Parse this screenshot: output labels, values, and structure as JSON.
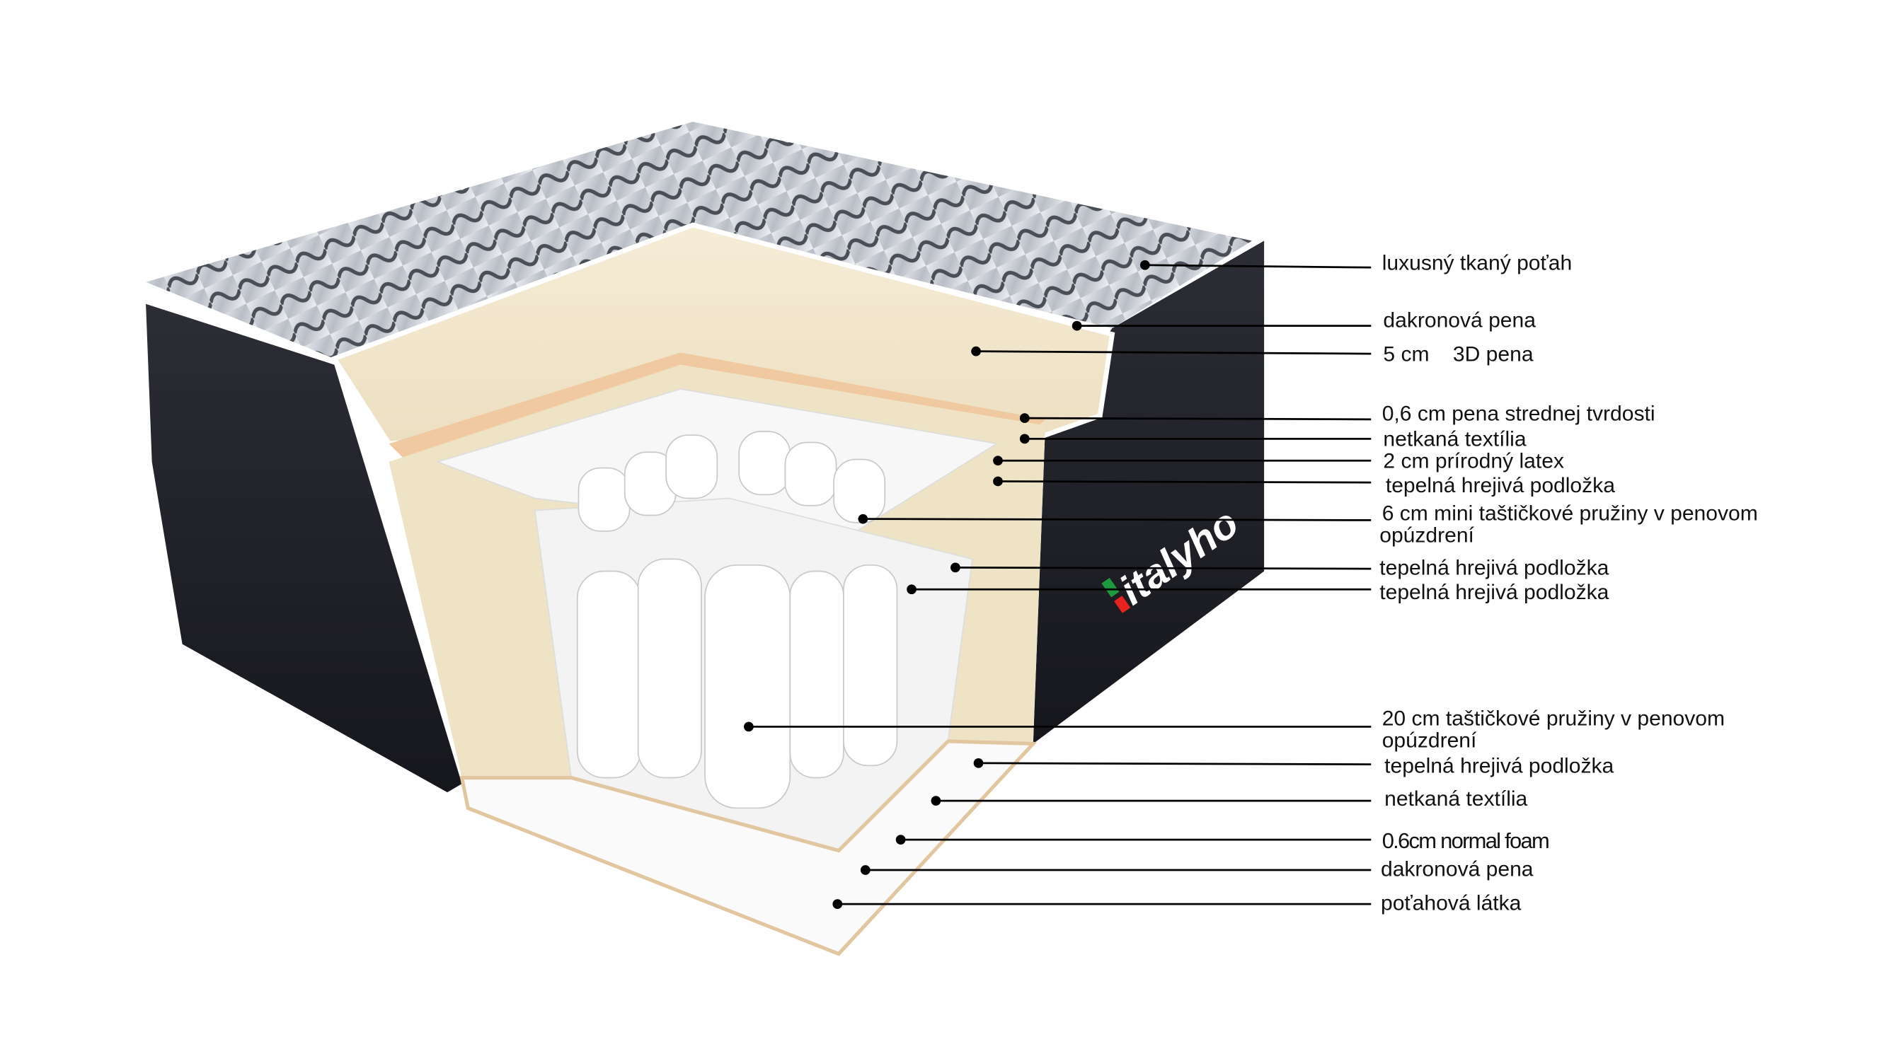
{
  "logo": {
    "text": "italyho",
    "flag_colors": [
      "#1e9a3e",
      "#e8231f"
    ]
  },
  "colors": {
    "cover_dark": "#22232a",
    "foam_cream": "#f2e6cc",
    "latex_peach": "#f0c9a0",
    "white_layer": "#fafafa"
  },
  "labels": [
    {
      "text": "luxusný tkaný poťah"
    },
    {
      "text": "dakronová pena"
    },
    {
      "text": "5 cm    3D pena"
    },
    {
      "text": "0,6 cm pena strednej tvrdosti"
    },
    {
      "text": "netkaná textília"
    },
    {
      "text": "2 cm prírodný latex"
    },
    {
      "text": "tepelná hrejivá podložka"
    },
    {
      "text": "6 cm mini taštičkové pružiny v penovom",
      "text2": "opúzdrení"
    },
    {
      "text": "tepelná hrejivá podložka"
    },
    {
      "text": "tepelná hrejivá podložka"
    },
    {
      "text": "20 cm taštičkové pružiny v penovom",
      "text2": "opúzdrení"
    },
    {
      "text": "tepelná hrejivá podložka"
    },
    {
      "text": "netkaná textília"
    },
    {
      "text": "0.6cm normal foam"
    },
    {
      "text": "dakronová pena"
    },
    {
      "text": "poťahová látka"
    }
  ]
}
